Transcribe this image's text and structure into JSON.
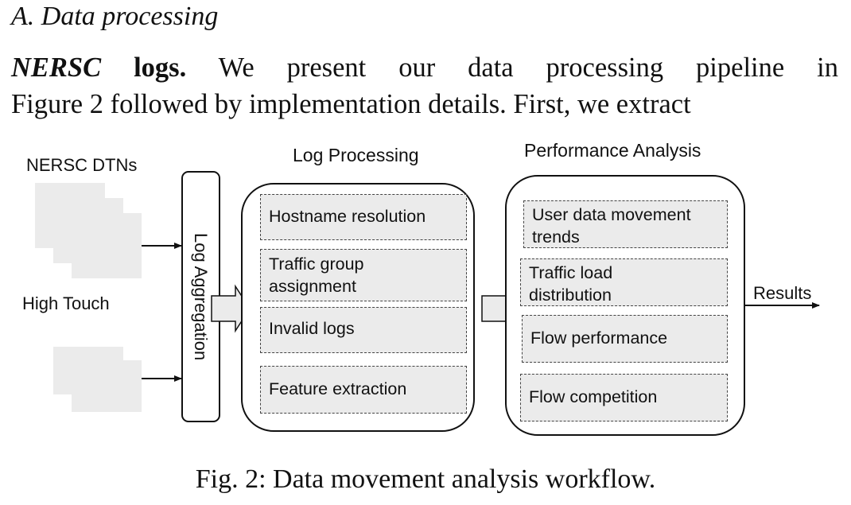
{
  "section": {
    "heading": "A.  Data processing"
  },
  "paragraph": {
    "lead_italic": "NERSC",
    "lead_bold": "logs.",
    "line1_rest": "We present our data processing pipeline in",
    "line2": "Figure 2 followed by implementation details. First, we extract"
  },
  "figure": {
    "sources": {
      "nersc_label": "NERSC DTNs",
      "high_touch_label": "High Touch"
    },
    "aggregation_label": "Log Aggregation",
    "log_processing": {
      "title": "Log Processing",
      "steps": [
        {
          "line1": "Hostname resolution",
          "line2": ""
        },
        {
          "line1": "Traffic group",
          "line2": "assignment"
        },
        {
          "line1": "Invalid logs",
          "line2": ""
        },
        {
          "line1": "Feature extraction",
          "line2": ""
        }
      ]
    },
    "performance_analysis": {
      "title": "Performance Analysis",
      "steps": [
        {
          "line1": "User data movement",
          "line2": "trends"
        },
        {
          "line1": "Traffic load",
          "line2": "distribution"
        },
        {
          "line1": "Flow performance",
          "line2": ""
        },
        {
          "line1": "Flow competition",
          "line2": ""
        }
      ]
    },
    "output_label": "Results",
    "colors": {
      "document_fill": "#ebebeb",
      "step_fill": "#ebebeb",
      "stroke": "#111111"
    }
  },
  "caption": "Fig. 2: Data movement analysis workflow."
}
